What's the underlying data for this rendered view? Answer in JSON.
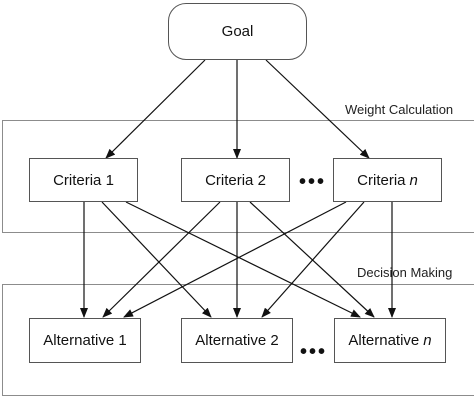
{
  "goal": {
    "label": "Goal"
  },
  "layers": {
    "weight": {
      "label": "Weight Calculation"
    },
    "decision": {
      "label": "Decision Making"
    }
  },
  "criteria": [
    {
      "label": "Criteria 1",
      "suffix": ""
    },
    {
      "label": "Criteria 2",
      "suffix": ""
    },
    {
      "label": "Criteria",
      "suffix": "n"
    }
  ],
  "alternatives": [
    {
      "label": "Alternative 1",
      "suffix": ""
    },
    {
      "label": "Alternative 2",
      "suffix": ""
    },
    {
      "label": "Alternative",
      "suffix": "n"
    }
  ],
  "ellipsis": "•••",
  "colors": {
    "arrow": "#111111",
    "layer_border": "#8c8c8c",
    "node_border": "#555555"
  }
}
